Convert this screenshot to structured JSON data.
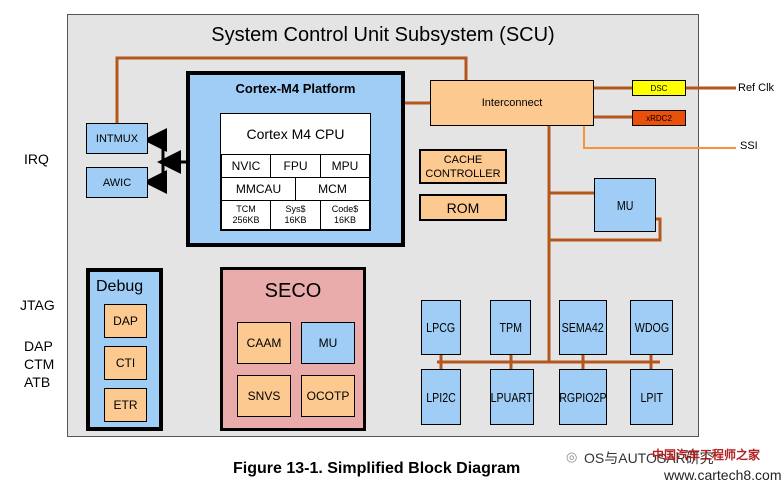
{
  "outer": {
    "title": "System Control Unit  Subsystem (SCU)"
  },
  "side_labels": {
    "irq": "IRQ",
    "jtag": "JTAG",
    "dap": "DAP",
    "ctm": "CTM",
    "atb": "ATB"
  },
  "ext_labels": {
    "ref_clk": "Ref Clk",
    "ssi": "SSI"
  },
  "blocks": {
    "intmux": "INTMUX",
    "awic": "AWIC",
    "interconnect": "Interconnect",
    "dsc": "DSC",
    "xrdc2": "xRDC2",
    "cache": [
      "CACHE",
      "CONTROLLER"
    ],
    "rom": "ROM",
    "mu_right": "MU"
  },
  "platform": {
    "title": "Cortex-M4 Platform",
    "cpu": "Cortex M4 CPU",
    "row1": [
      "NVIC",
      "FPU",
      "MPU"
    ],
    "row2": [
      "MMCAU",
      "MCM"
    ],
    "row3": [
      {
        "name": "TCM",
        "size": "256KB"
      },
      {
        "name": "Sys$",
        "size": "16KB"
      },
      {
        "name": "Code$",
        "size": "16KB"
      }
    ]
  },
  "debug": {
    "title": "Debug",
    "items": [
      "DAP",
      "CTI",
      "ETR"
    ]
  },
  "seco": {
    "title": "SECO",
    "items": [
      "CAAM",
      "MU",
      "SNVS",
      "OCOTP"
    ]
  },
  "peripherals": {
    "top": [
      "LPCG",
      "TPM",
      "SEMA42",
      "WDOG"
    ],
    "bottom": [
      "LPI2C",
      "LPUART",
      "RGPIO2P",
      "LPIT"
    ]
  },
  "caption": "Figure 13-1. Simplified Block Diagram",
  "watermark": {
    "line1": "OS与AUTOSAR研究",
    "line2": "中国汽车工程师之家",
    "line3": "www.cartech8.com"
  },
  "colors": {
    "accent_line": "#b5561c",
    "blue_block": "#9fcdf5",
    "orange_block": "#fcc990",
    "seco_bg": "#eaabab",
    "dsc_yellow": "#ffff00",
    "xrdc2_orange": "#e8500c",
    "ssi_line": "#f5923a"
  }
}
